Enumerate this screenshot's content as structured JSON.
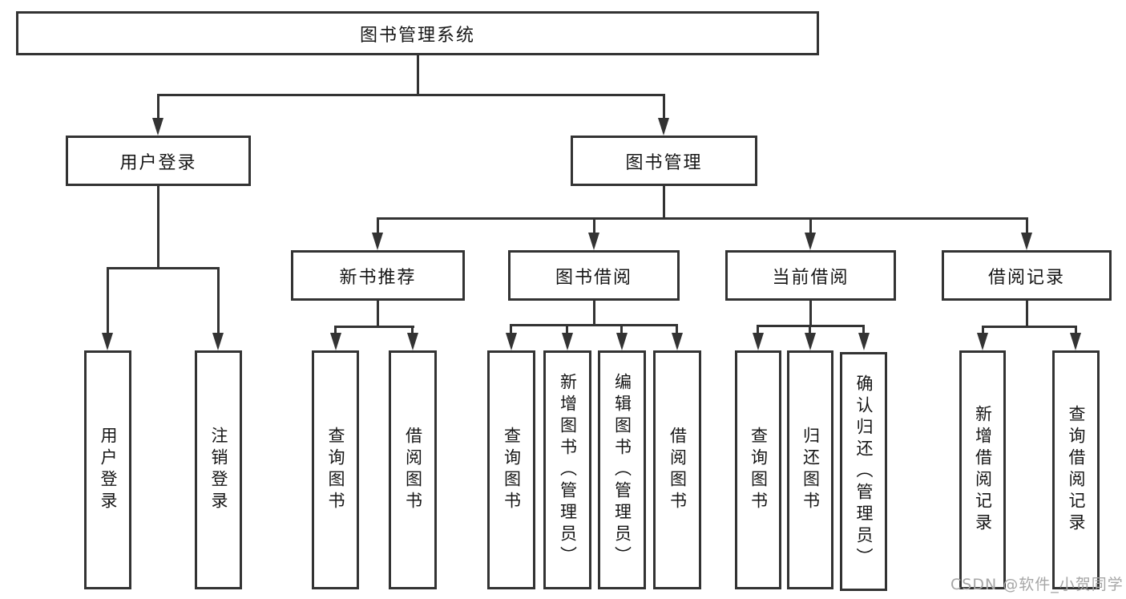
{
  "diagram": {
    "root": {
      "label": "图书管理系统"
    },
    "level2": {
      "user_login": {
        "label": "用户登录"
      },
      "book_management": {
        "label": "图书管理"
      }
    },
    "level3": {
      "new_book_recommend": {
        "label": "新书推荐"
      },
      "book_borrow": {
        "label": "图书借阅"
      },
      "current_borrow": {
        "label": "当前借阅"
      },
      "borrow_record": {
        "label": "借阅记录"
      }
    },
    "leaves": {
      "user_login": {
        "label": "用户登录"
      },
      "logout_login": {
        "label": "注销登录"
      },
      "query_book_1": {
        "label": "查询图书"
      },
      "borrow_book_1": {
        "label": "借阅图书"
      },
      "query_book_2": {
        "label": "查询图书"
      },
      "add_book_admin": {
        "label": "新增图书（管理员）"
      },
      "edit_book_admin": {
        "label": "编辑图书（管理员）"
      },
      "borrow_book_2": {
        "label": "借阅图书"
      },
      "query_book_3": {
        "label": "查询图书"
      },
      "return_book": {
        "label": "归还图书"
      },
      "confirm_return_admin": {
        "label": "确认归还（管理员）"
      },
      "add_borrow_record": {
        "label": "新增借阅记录"
      },
      "query_borrow_record": {
        "label": "查询借阅记录"
      }
    }
  },
  "watermark": {
    "text": "CSDN @软件_小贺同学"
  },
  "colors": {
    "line": "#333333",
    "text": "#161616",
    "watermark": "#a6a6a6"
  }
}
